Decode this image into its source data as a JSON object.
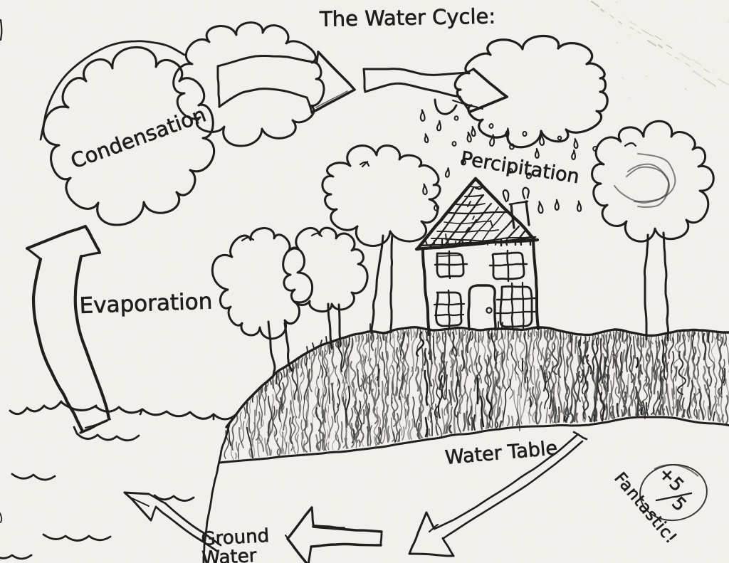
{
  "title": "The Water Cycle:",
  "labels": {
    "condensation": "Condensation",
    "evaporation": "Evaporation",
    "precipitation": "Percipitation",
    "water_table": "Water Table",
    "ground_water_line1": "Ground",
    "ground_water_line2": "Water"
  },
  "grade": {
    "score": "+5",
    "total": "5",
    "comment": "Fantastic!"
  },
  "colors": {
    "ink": "#211e1b",
    "pencil_gray": "#6b675f",
    "paper": "#f7f5f1"
  }
}
